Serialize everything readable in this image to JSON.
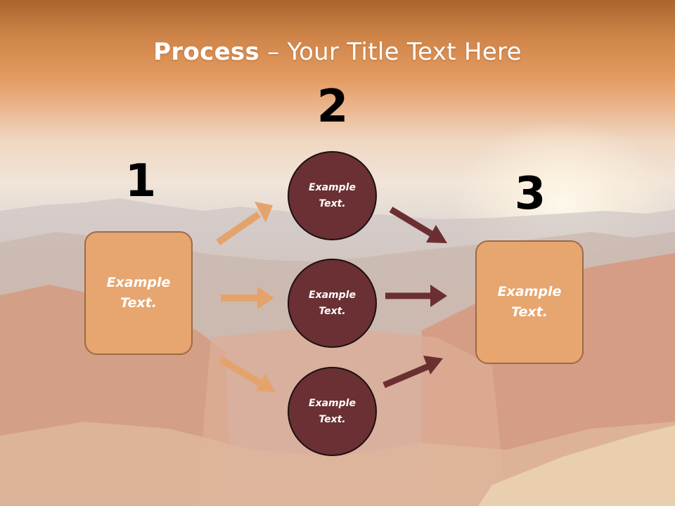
{
  "title": {
    "bold": "Process",
    "rest": " – Your Title Text Here"
  },
  "steps": {
    "one": {
      "number": "1",
      "text": "Example\nText."
    },
    "two": {
      "number": "2",
      "circles": [
        {
          "text": "Example\nText."
        },
        {
          "text": "Example\nText."
        },
        {
          "text": "Example\nText."
        }
      ]
    },
    "three": {
      "number": "3",
      "text": "Example\nText."
    }
  },
  "colors": {
    "box_fill": "#e7a56f",
    "circle_fill": "#6a3033",
    "light_arrow": "#e5a36c",
    "dark_arrow": "#6b2f31",
    "number_text": "#000000",
    "label_text": "#ffffff"
  }
}
